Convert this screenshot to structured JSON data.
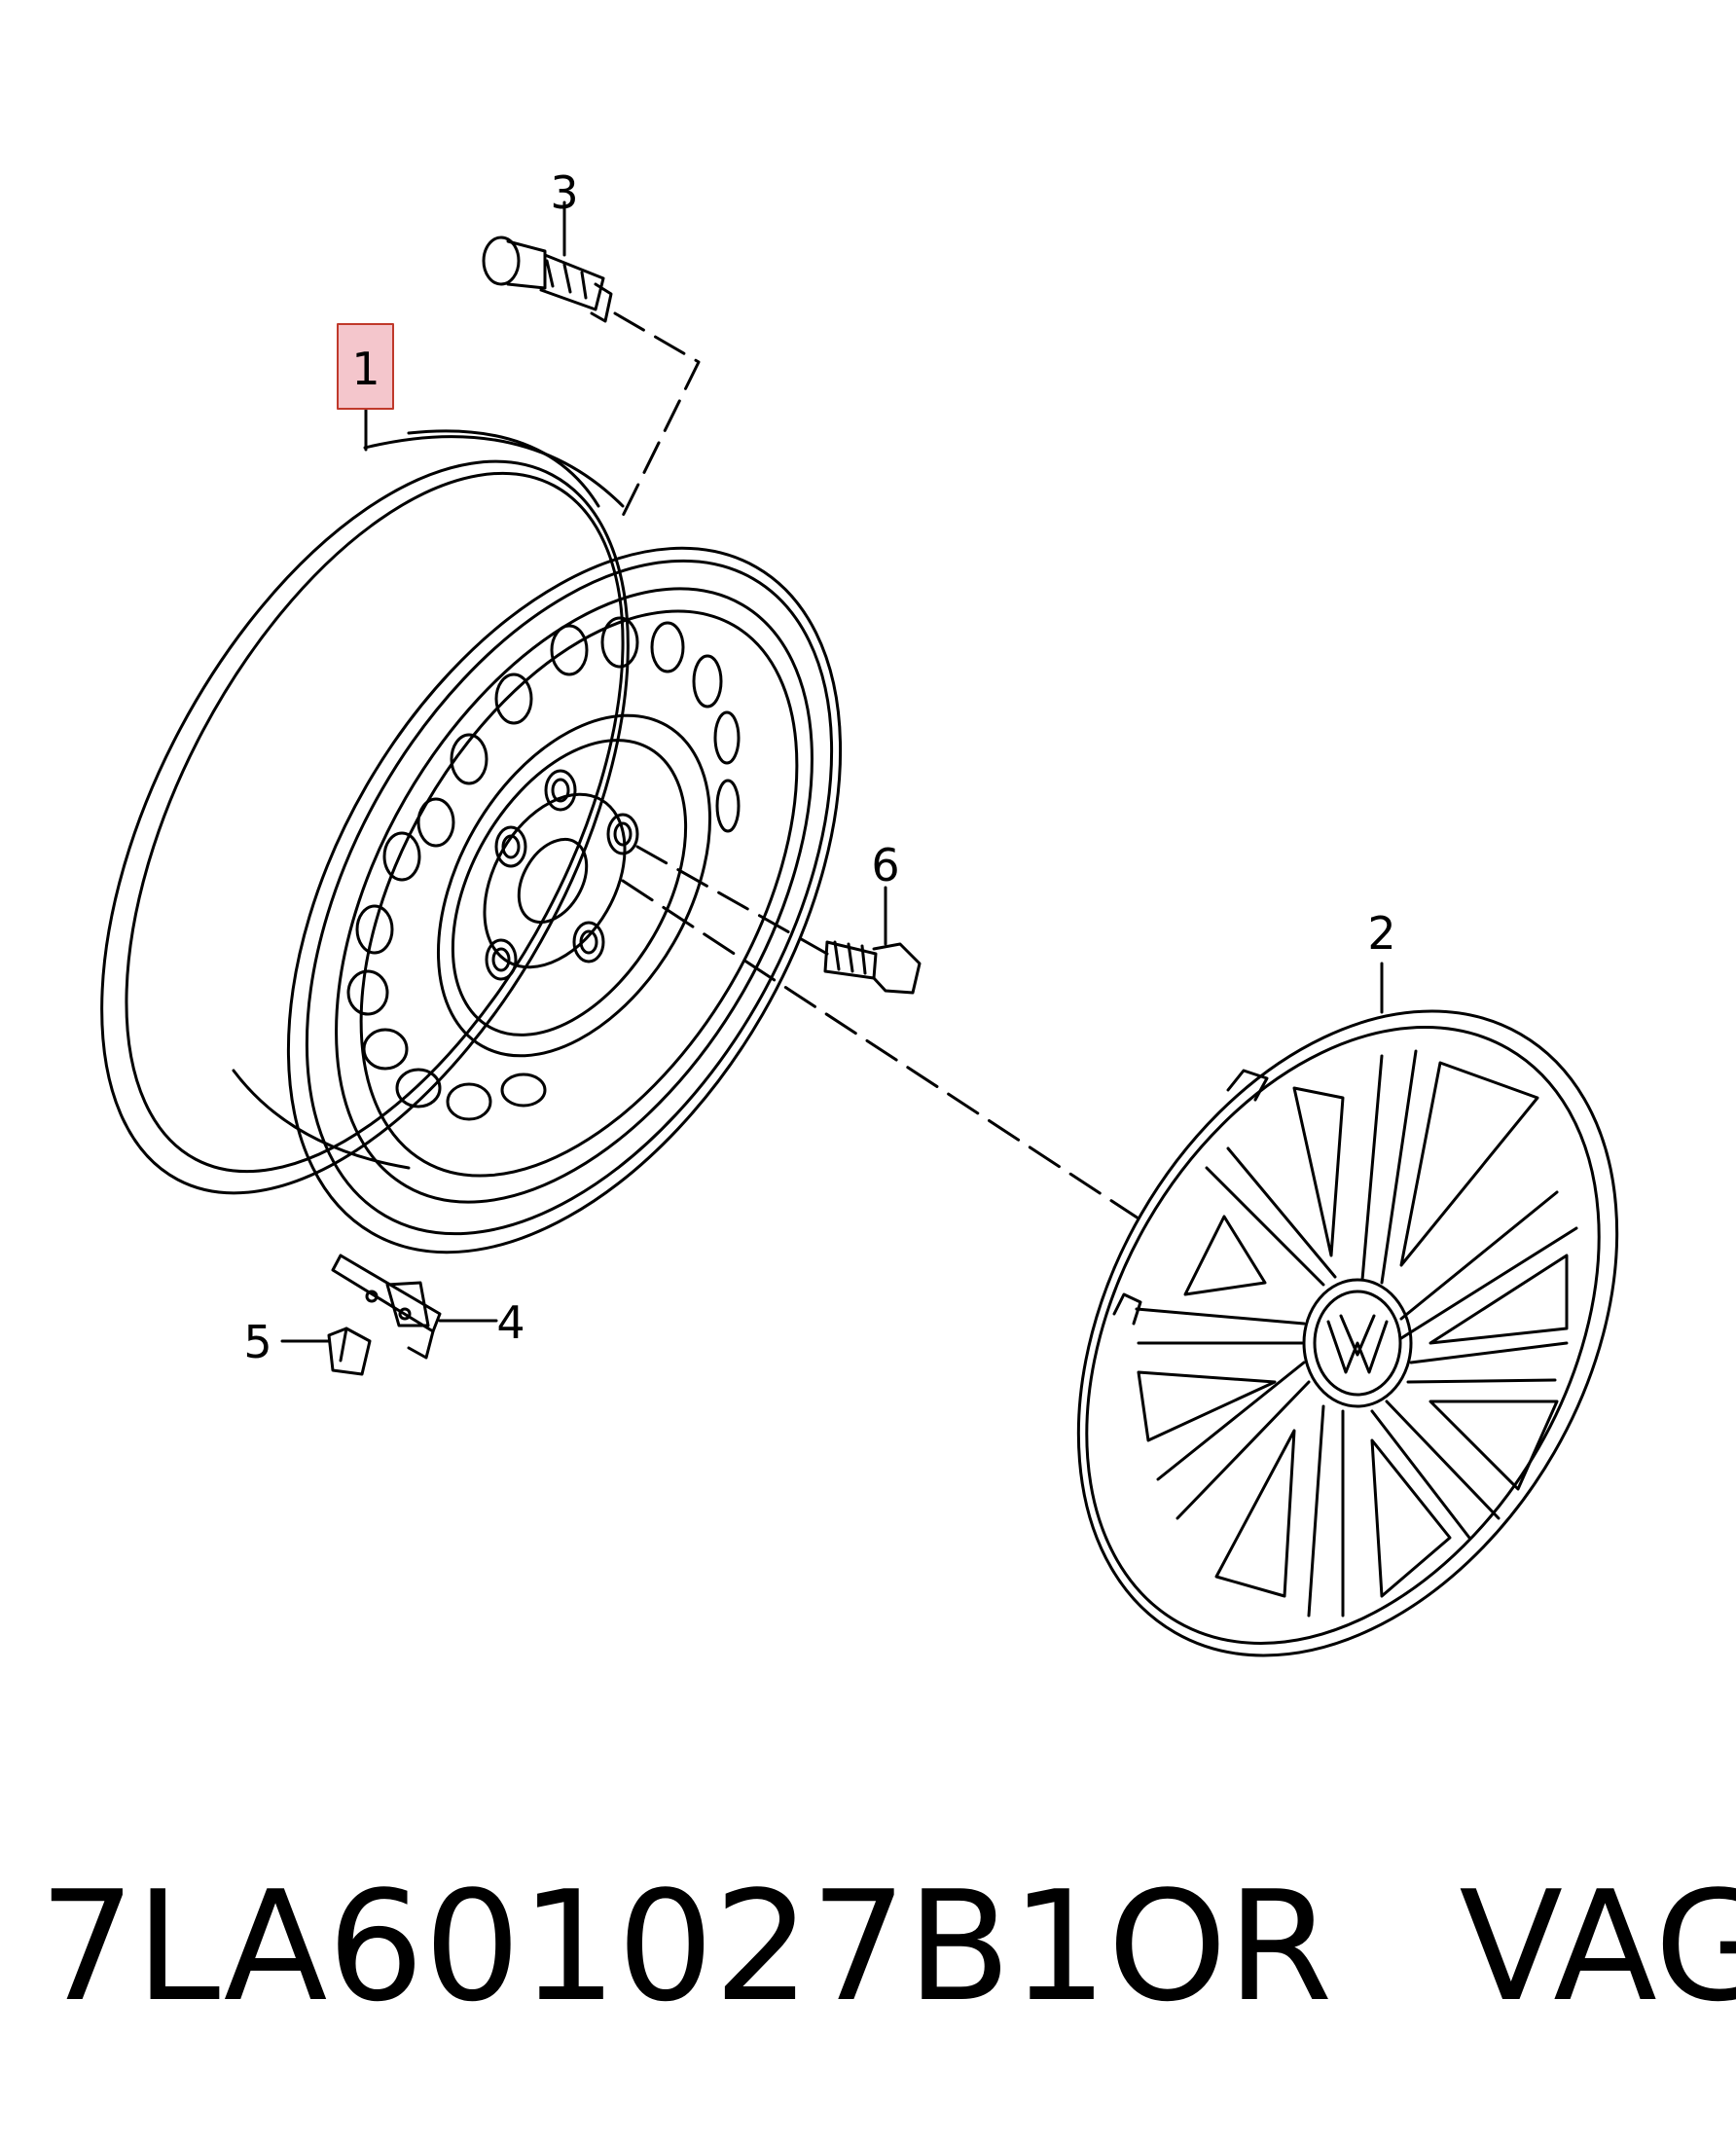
{
  "callouts": {
    "c1": "1",
    "c2": "2",
    "c3": "3",
    "c4": "4",
    "c5": "5",
    "c6": "6"
  },
  "highlight_color": "#f4c6cc",
  "highlight_border_color": "#c0392b",
  "caption": {
    "part_number": "7LA601027B1OR",
    "brand": "VAG"
  }
}
